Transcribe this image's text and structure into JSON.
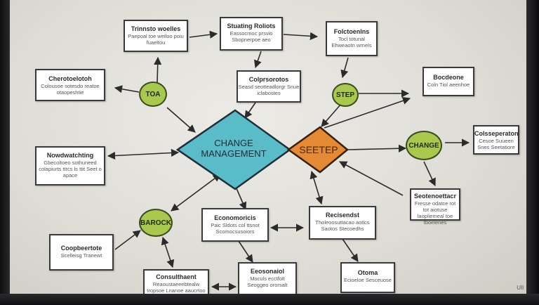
{
  "diagram": {
    "center": {
      "line1": "CHANGE",
      "line2": "MANAGEMENT",
      "color": "#5bbcc9"
    },
    "secondary": {
      "label": "SEETEP",
      "color": "#e58a34"
    },
    "circles": [
      {
        "id": "toa",
        "label": "TOA"
      },
      {
        "id": "step",
        "label": "STEP"
      },
      {
        "id": "change",
        "label": "CHANGE"
      },
      {
        "id": "barock",
        "label": "BAROCK"
      }
    ],
    "boxes": [
      {
        "id": "b1",
        "title": "Trinnsto woelles",
        "sub": "Paepoal toe weiloo poiu fuaeltou"
      },
      {
        "id": "b2",
        "title": "Stuating Roliots",
        "sub": "Eassocmoc prsvio Sbopnerpoe aeo"
      },
      {
        "id": "b3",
        "title": "Folctoenlns",
        "sub": "Tocl totunal Ehweaotn wrnels"
      },
      {
        "id": "b4",
        "title": "Cherotoelotoh",
        "sub": "Colousoe sotesdo reatoe otaopeshtie"
      },
      {
        "id": "b5",
        "title": "Colprsorotos",
        "sub": "Seasd seotteadlorgr Snue iclabostes"
      },
      {
        "id": "b6",
        "title": "Bocdeone",
        "sub": "Coln Tiol aeenhoe"
      },
      {
        "id": "b7",
        "title": "Nowdwatchting",
        "sub": "Gbecoltoeo sothuneed colapiurts ttrcs ls ttit Seet o apace"
      },
      {
        "id": "b8",
        "title": "Colsseperaton",
        "sub": "Cesoe Suueen Snes Seetatiore"
      },
      {
        "id": "b9",
        "title": "Seotenoettacr",
        "sub": "Fresse odatce rot tot aiotuse laopliemeal toe tboelenes"
      },
      {
        "id": "b10",
        "title": "Economoricis",
        "sub": "Paic Sldots col ttsnot Scomocsusoiors"
      },
      {
        "id": "b11",
        "title": "Recisendst",
        "sub": "Tholeoosuttacao aotlcs Saotos Stecoedhs"
      },
      {
        "id": "b12",
        "title": "Coopbeertote",
        "sub": "Scelleisg Tranewt"
      },
      {
        "id": "b13",
        "title": "Consulthaent",
        "sub": "Reaoustaeeebtealw tropsoe Lnanoe aaucrtoo"
      },
      {
        "id": "b14",
        "title": "Eeosonaiol",
        "sub": "Moculs ecctfolt Seoggeo ororsalt"
      },
      {
        "id": "b15",
        "title": "Otoma",
        "sub": "Ecioeloe Sesceuose"
      }
    ],
    "arrow_color": "#2b2b2b",
    "screen_color": "#e6e4de"
  },
  "watermark": "UIl"
}
